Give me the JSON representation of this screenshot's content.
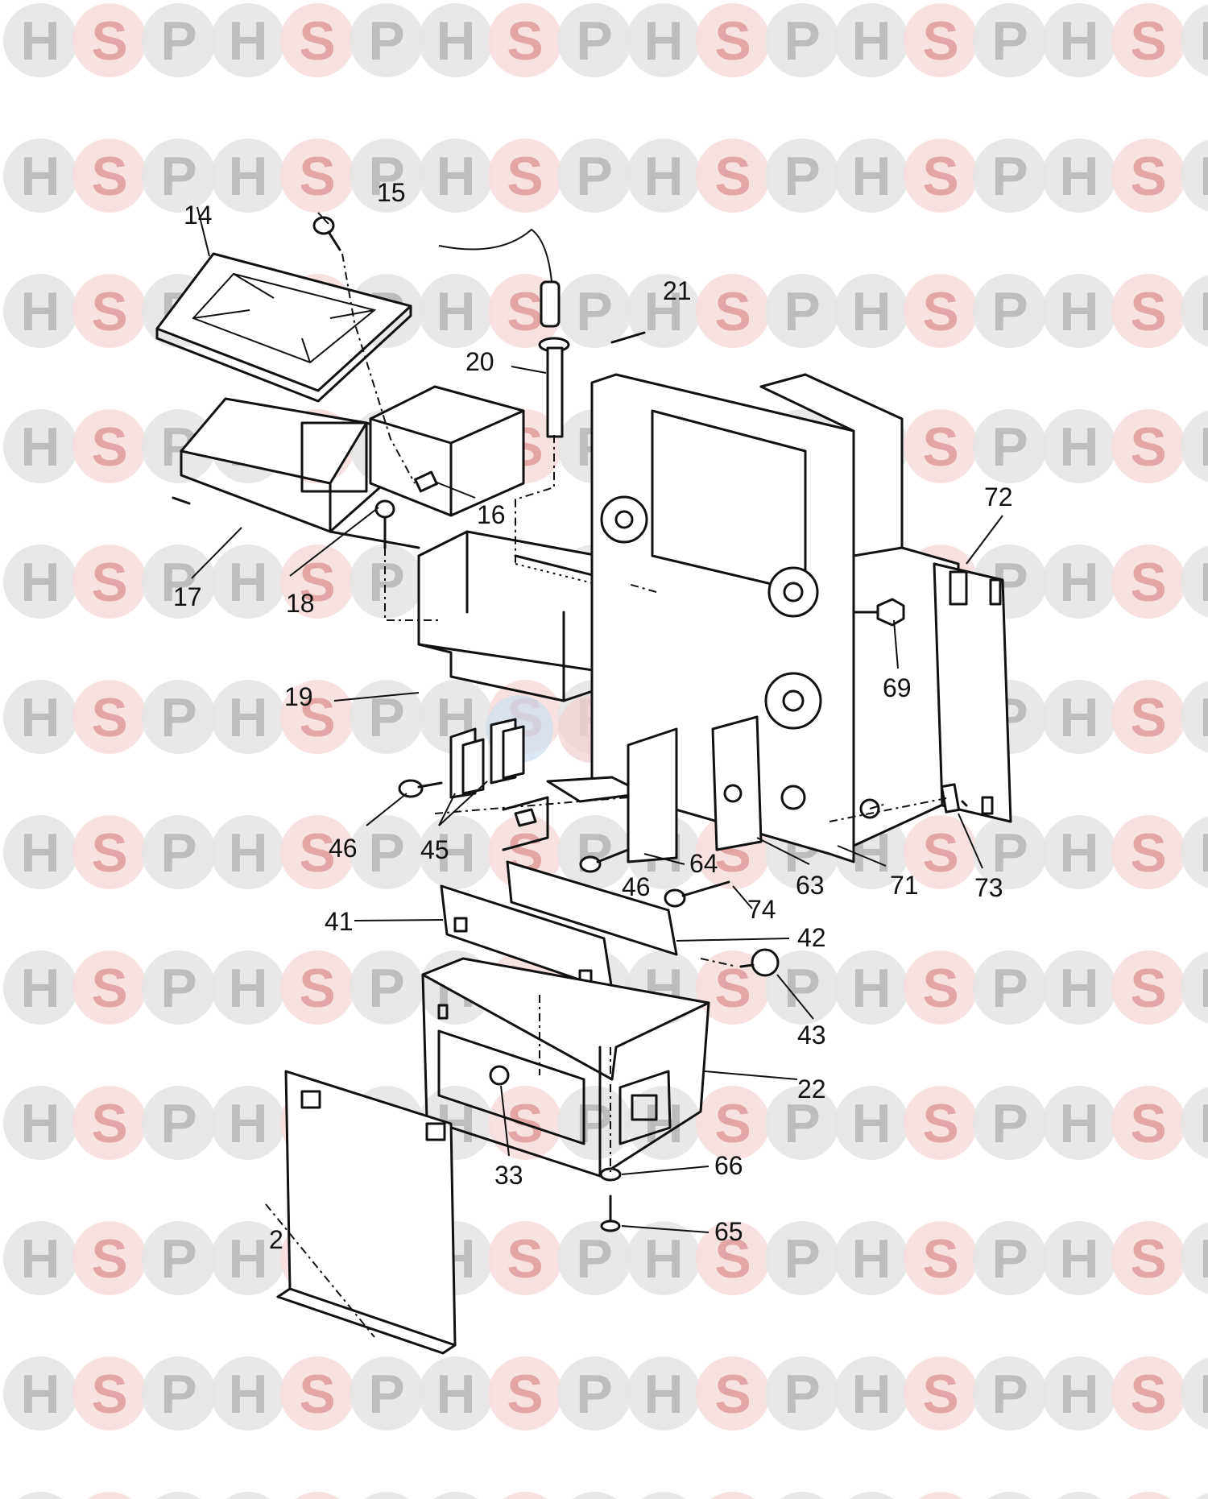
{
  "watermark": {
    "letters": [
      "H",
      "S",
      "P"
    ],
    "colors": {
      "H": "#e6e6e6",
      "S": "#f7dede",
      "P": "#e6e6e6",
      "H_text": "#bdbdbd",
      "S_text": "#e3a6a6",
      "P_text": "#bdbdbd"
    },
    "logo_colors": {
      "H": "#cfe0ee",
      "S": "#f1d2d2",
      "P": "#cfe0ee"
    }
  },
  "callouts": [
    {
      "id": "c14",
      "label": "14"
    },
    {
      "id": "c15",
      "label": "15"
    },
    {
      "id": "c20",
      "label": "20"
    },
    {
      "id": "c21",
      "label": "21"
    },
    {
      "id": "c16",
      "label": "16"
    },
    {
      "id": "c17",
      "label": "17"
    },
    {
      "id": "c18",
      "label": "18"
    },
    {
      "id": "c72",
      "label": "72"
    },
    {
      "id": "c19",
      "label": "19"
    },
    {
      "id": "c69",
      "label": "69"
    },
    {
      "id": "c46a",
      "label": "46"
    },
    {
      "id": "c45",
      "label": "45"
    },
    {
      "id": "c64",
      "label": "64"
    },
    {
      "id": "c46b",
      "label": "46"
    },
    {
      "id": "c63",
      "label": "63"
    },
    {
      "id": "c71",
      "label": "71"
    },
    {
      "id": "c73",
      "label": "73"
    },
    {
      "id": "c74",
      "label": "74"
    },
    {
      "id": "c41",
      "label": "41"
    },
    {
      "id": "c42",
      "label": "42"
    },
    {
      "id": "c43",
      "label": "43"
    },
    {
      "id": "c22",
      "label": "22"
    },
    {
      "id": "c33",
      "label": "33"
    },
    {
      "id": "c66",
      "label": "66"
    },
    {
      "id": "c2",
      "label": "2"
    },
    {
      "id": "c65",
      "label": "65"
    }
  ]
}
